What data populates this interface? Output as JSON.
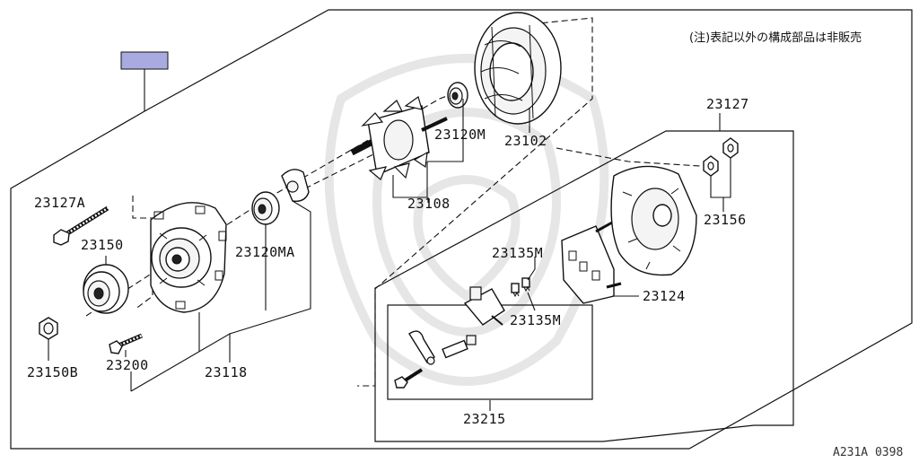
{
  "note": "(注)表記以外の構成部品は非販売",
  "drawing_code": "A231A 0398",
  "part_numbers": {
    "p23127": "23127",
    "p23127A": "23127A",
    "p23150": "23150",
    "p23150B": "23150B",
    "p23200": "23200",
    "p23118": "23118",
    "p23120MA": "23120MA",
    "p23120M": "23120M",
    "p23102": "23102",
    "p23108": "23108",
    "p23156": "23156",
    "p23135M_top": "23135M",
    "p23135M_bottom": "23135M",
    "p23124": "23124",
    "p23215": "23215"
  },
  "colors": {
    "highlight_tag": "#a9abe0",
    "line": "#111111",
    "watermark": "#e6e6e6"
  }
}
